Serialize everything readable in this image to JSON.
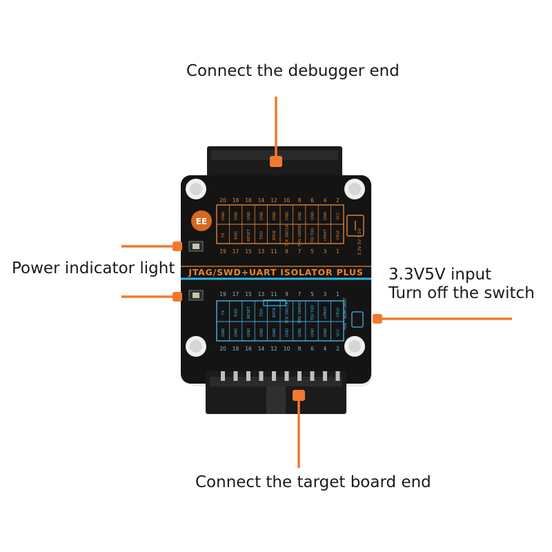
{
  "callouts": {
    "debugger": "Connect the debugger end",
    "power_light": "Power indicator light",
    "input_line1": "3.3V5V input",
    "input_line2": "Turn off the switch",
    "target": "Connect the target board end"
  },
  "board": {
    "logo": "EE",
    "title": "JTAG/SWD+UART ISOLATOR PLUS",
    "top_odd_pins": [
      "19",
      "17",
      "15",
      "13",
      "11",
      "9",
      "7",
      "5",
      "3",
      "1"
    ],
    "top_even_pins": [
      "20",
      "18",
      "16",
      "14",
      "12",
      "10",
      "8",
      "6",
      "4",
      "2"
    ],
    "bottom_odd_pins": [
      "19",
      "17",
      "15",
      "13",
      "11",
      "9",
      "7",
      "5",
      "3",
      "1"
    ],
    "bottom_even_pins": [
      "20",
      "18",
      "16",
      "14",
      "12",
      "10",
      "8",
      "6",
      "4",
      "2"
    ],
    "signal_labels": [
      "TX",
      "RXD",
      "RESET",
      "TDO",
      "RTCK",
      "TCK SWCLK",
      "TMS SWDIO",
      "TDI TXD",
      "nTRST",
      "VTref"
    ],
    "gnd_labels": [
      "GND",
      "GND",
      "GND",
      "GND",
      "GND",
      "GND",
      "GND",
      "GND",
      "GND",
      "VCC"
    ]
  },
  "colors": {
    "accent_orange": "#f07a2c",
    "pcb_black": "#141414",
    "cyan_stripe": "#2bb8e8",
    "silk_orange": "#e8842e",
    "silk_cyan": "#44b6e6"
  }
}
